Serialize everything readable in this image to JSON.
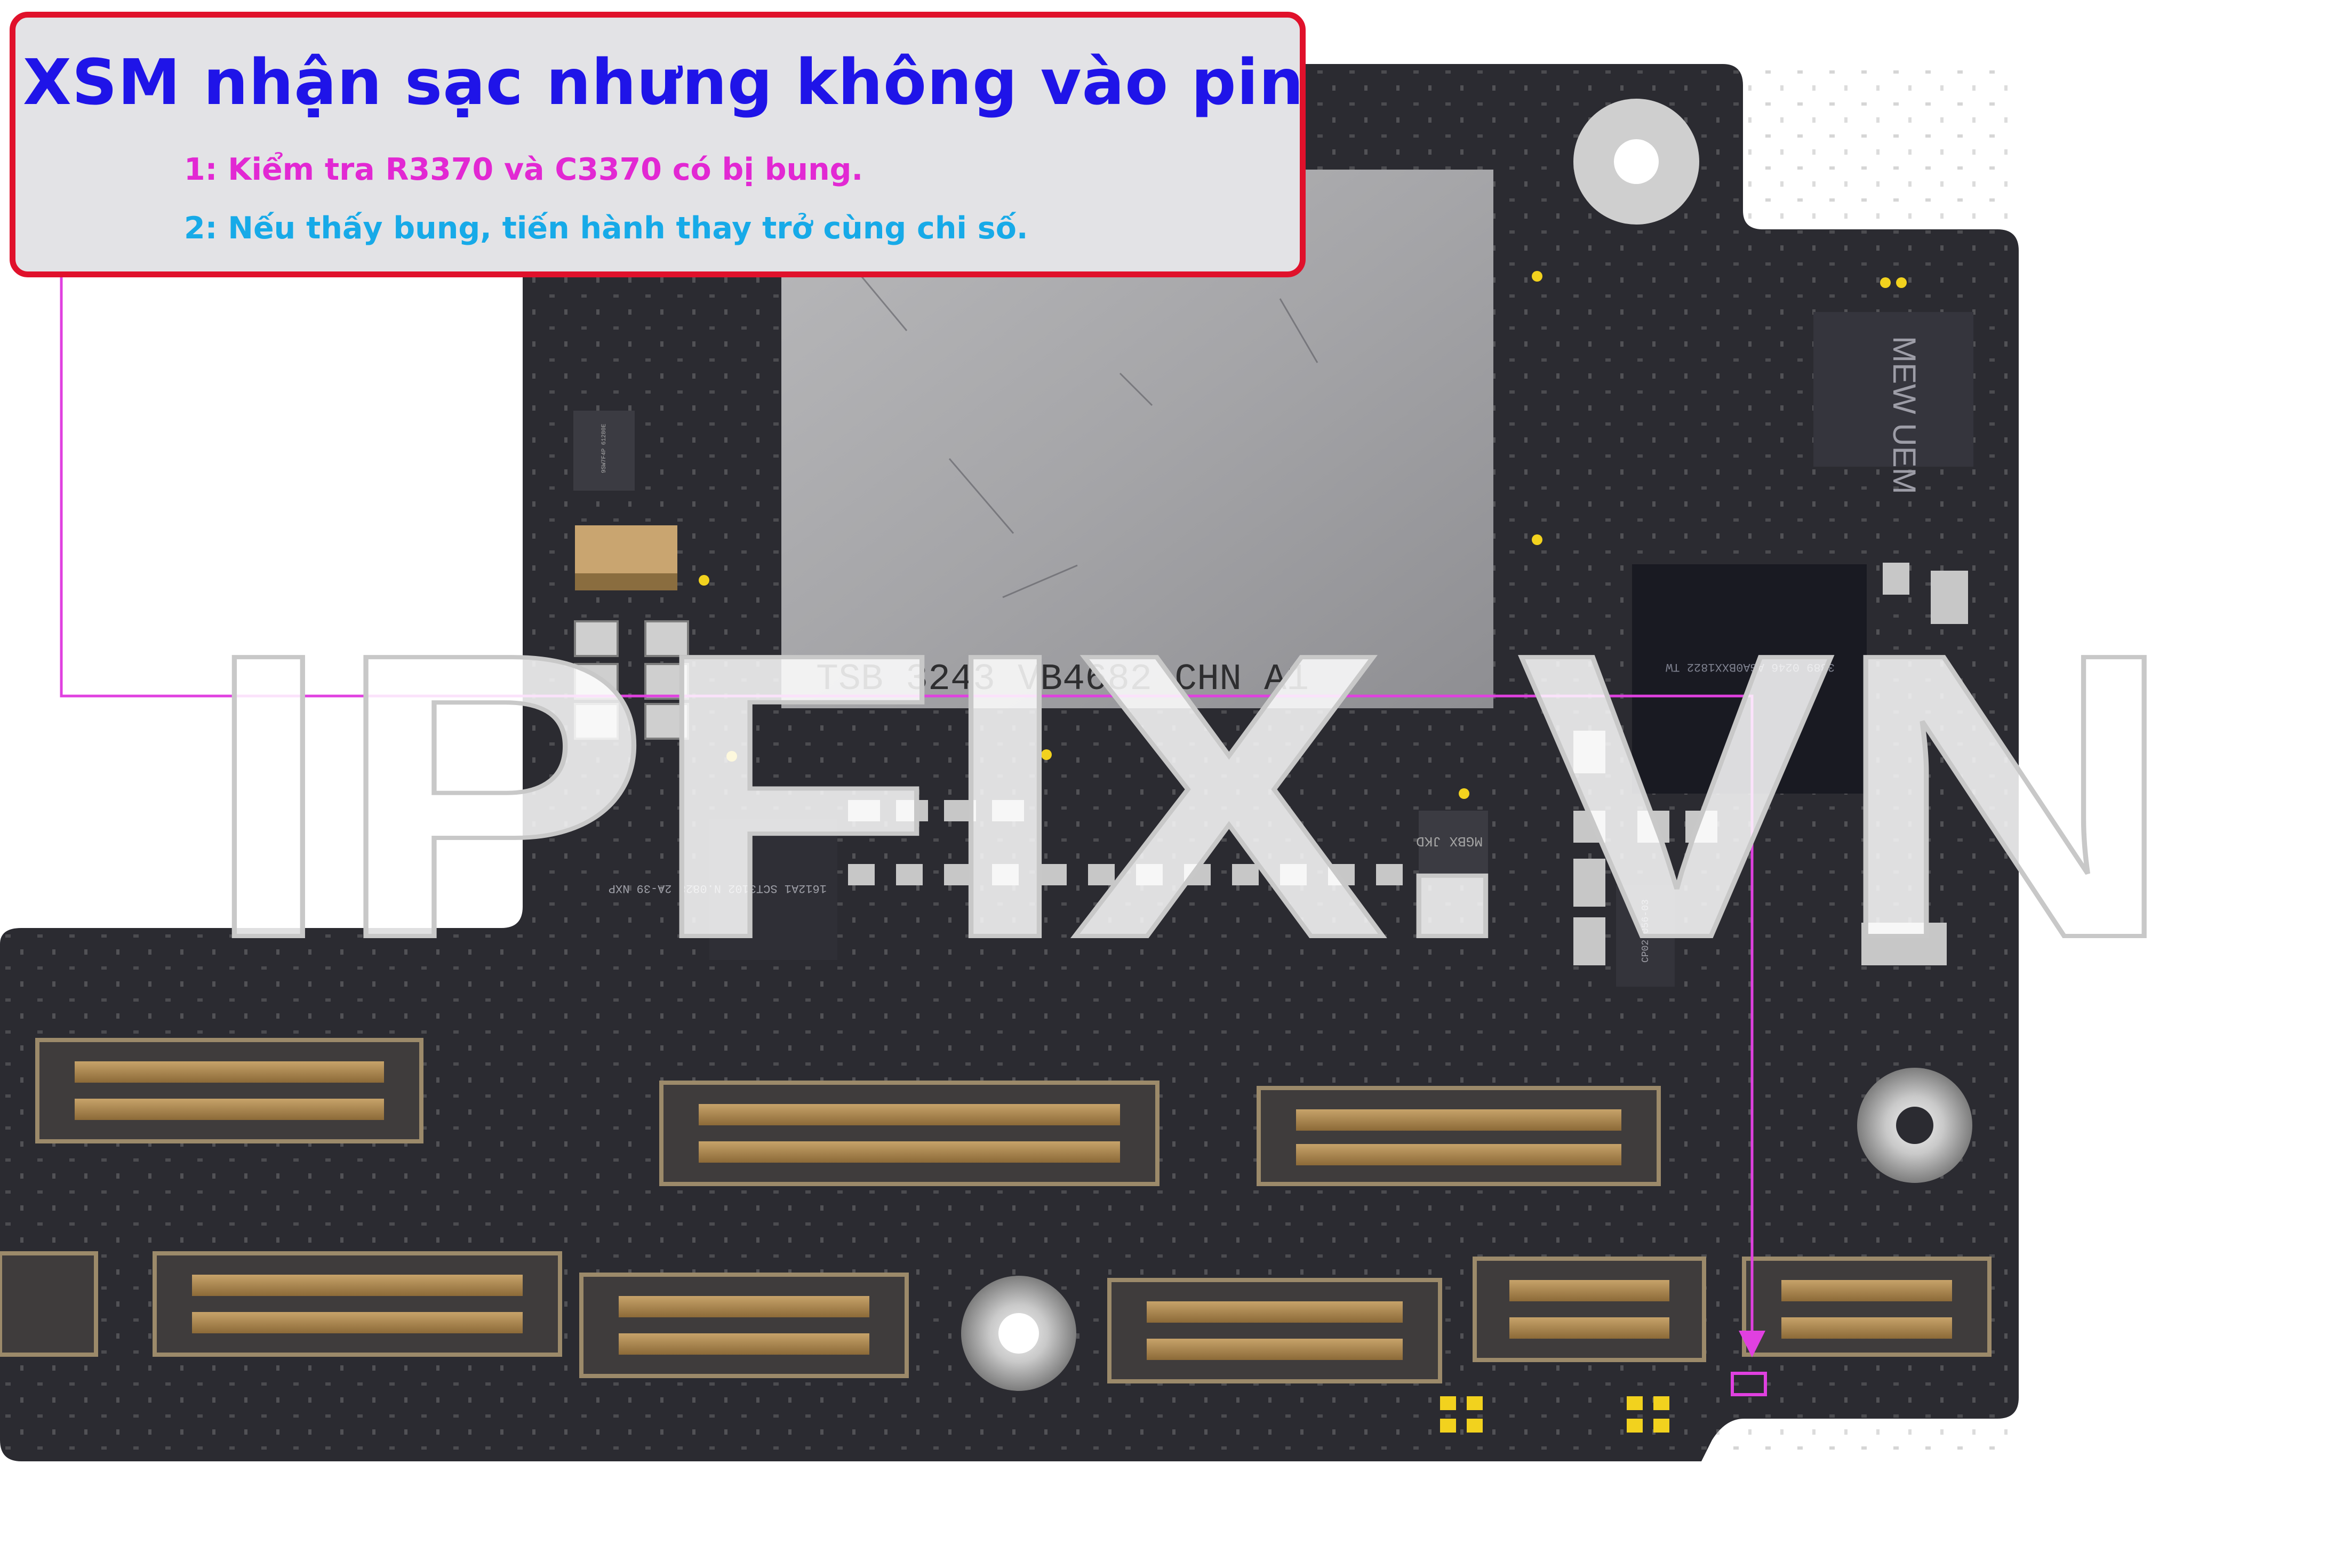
{
  "note": {
    "title": "XSM nhận sạc nhưng không vào pin",
    "steps": [
      "1: Kiểm tra R3370 và C3370 có bị bung.",
      "2: Nếu thấy bung, tiến hành thay trở cùng chi số."
    ]
  },
  "board": {
    "chip_labels": {
      "nand": "TSB 3243 VB4682 CHN A1",
      "soc_right": "3389 0246 AGA0BXX1822 TW",
      "pmic_left": "1612A1 SCT3102 N.0828 2A-39 NXP",
      "small_top_left": "9SW7F4P 61280E",
      "small_mid": "MGBX JKD",
      "small_right_top": "MEW UEM",
      "small_right_bottom": "CP02 056-03"
    },
    "colors": {
      "pcb": "#2b2b31",
      "annotation_line": "#e040e0",
      "frame": "#e0112b",
      "title": "#1f14e8",
      "step1": "#e228d3",
      "step2": "#17aae8"
    }
  },
  "watermark": {
    "text": "IPFIX.VN"
  }
}
